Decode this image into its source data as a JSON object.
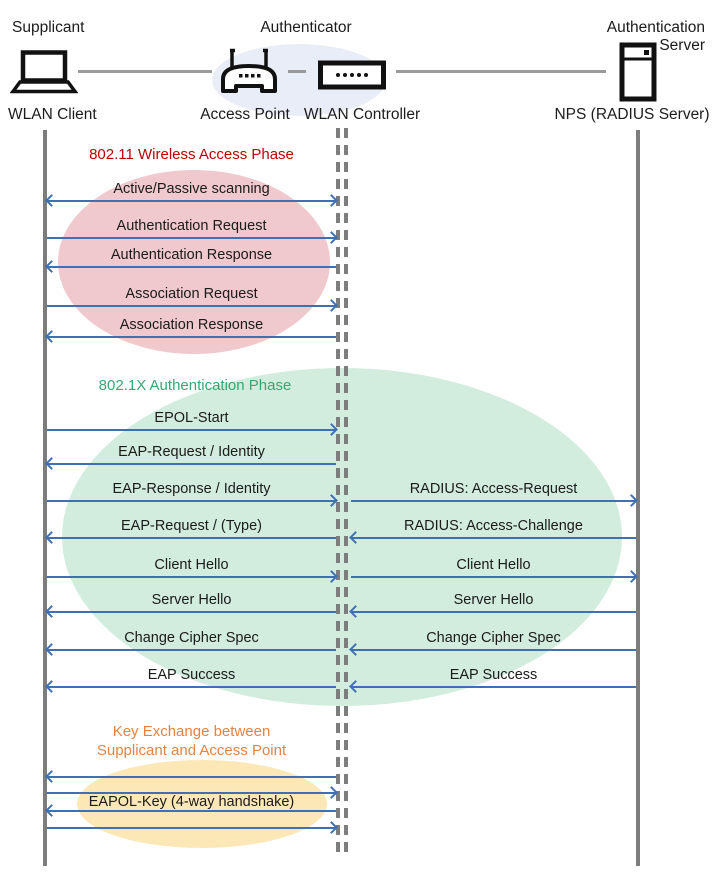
{
  "header": {
    "roles": {
      "supplicant": "Supplicant",
      "authenticator": "Authenticator",
      "auth_server": "Authentication Server"
    },
    "devices": {
      "wlan_client": "WLAN Client",
      "access_point": "Access Point",
      "wlan_controller": "WLAN Controller",
      "nps": "NPS (RADIUS Server)"
    },
    "icons": [
      "laptop-icon",
      "access-point-icon",
      "wlan-controller-icon",
      "server-icon"
    ]
  },
  "phases": {
    "wireless_access": {
      "title": "802.11 Wireless Access Phase",
      "title_color": "#C00000",
      "fill": "#F0C9CE"
    },
    "dot1x_auth": {
      "title": "802.1X Authentication Phase",
      "title_color": "#35A871",
      "fill": "#D2EDDE"
    },
    "key_exchange": {
      "title_line1": "Key Exchange between",
      "title_line2": "Supplicant and Access Point",
      "title_color": "#E8823F",
      "fill": "#FCE7B7"
    }
  },
  "messages": {
    "scanning": {
      "label": "Active/Passive scanning",
      "direction": "both",
      "between": "WLAN Client - WLAN Controller"
    },
    "auth_request": {
      "label": "Authentication Request",
      "direction": "right",
      "between": "WLAN Client - WLAN Controller"
    },
    "auth_response": {
      "label": "Authentication Response",
      "direction": "left",
      "between": "WLAN Client - WLAN Controller"
    },
    "assoc_request": {
      "label": "Association Request",
      "direction": "right",
      "between": "WLAN Client - WLAN Controller"
    },
    "assoc_response": {
      "label": "Association Response",
      "direction": "left",
      "between": "WLAN Client - WLAN Controller"
    },
    "epol_start": {
      "label": "EPOL-Start",
      "direction": "right",
      "between": "WLAN Client - WLAN Controller"
    },
    "eap_request_identity": {
      "label": "EAP-Request / Identity",
      "direction": "left",
      "between": "WLAN Client - WLAN Controller"
    },
    "eap_response_identity": {
      "label": "EAP-Response / Identity",
      "direction": "right",
      "between": "WLAN Client - WLAN Controller"
    },
    "eap_request_type": {
      "label": "EAP-Request / (Type)",
      "direction": "left",
      "between": "WLAN Client - WLAN Controller"
    },
    "client_hello_left": {
      "label": "Client Hello",
      "direction": "right",
      "between": "WLAN Client - WLAN Controller"
    },
    "server_hello_left": {
      "label": "Server Hello",
      "direction": "left",
      "between": "WLAN Client - WLAN Controller"
    },
    "change_cipher_left": {
      "label": "Change Cipher Spec",
      "direction": "left",
      "between": "WLAN Client - WLAN Controller"
    },
    "eap_success_left": {
      "label": "EAP Success",
      "direction": "left",
      "between": "WLAN Client - WLAN Controller"
    },
    "radius_access_request": {
      "label": "RADIUS: Access-Request",
      "direction": "right",
      "between": "WLAN Controller - NPS"
    },
    "radius_access_challenge": {
      "label": "RADIUS: Access-Challenge",
      "direction": "left",
      "between": "WLAN Controller - NPS"
    },
    "client_hello_right": {
      "label": "Client Hello",
      "direction": "right",
      "between": "WLAN Controller - NPS"
    },
    "server_hello_right": {
      "label": "Server Hello",
      "direction": "left",
      "between": "WLAN Controller - NPS"
    },
    "change_cipher_right": {
      "label": "Change Cipher Spec",
      "direction": "left",
      "between": "WLAN Controller - NPS"
    },
    "eap_success_right": {
      "label": "EAP Success",
      "direction": "left",
      "between": "WLAN Controller - NPS"
    },
    "eapol_key": {
      "label": "EAPOL-Key (4-way handshake)",
      "direction": "left",
      "between": "WLAN Client - WLAN Controller"
    }
  },
  "colors": {
    "arrow": "#3F6FB5",
    "lifeline": "#7D7D7D",
    "connector": "#9A9A9A",
    "icon_stroke": "#111111"
  }
}
